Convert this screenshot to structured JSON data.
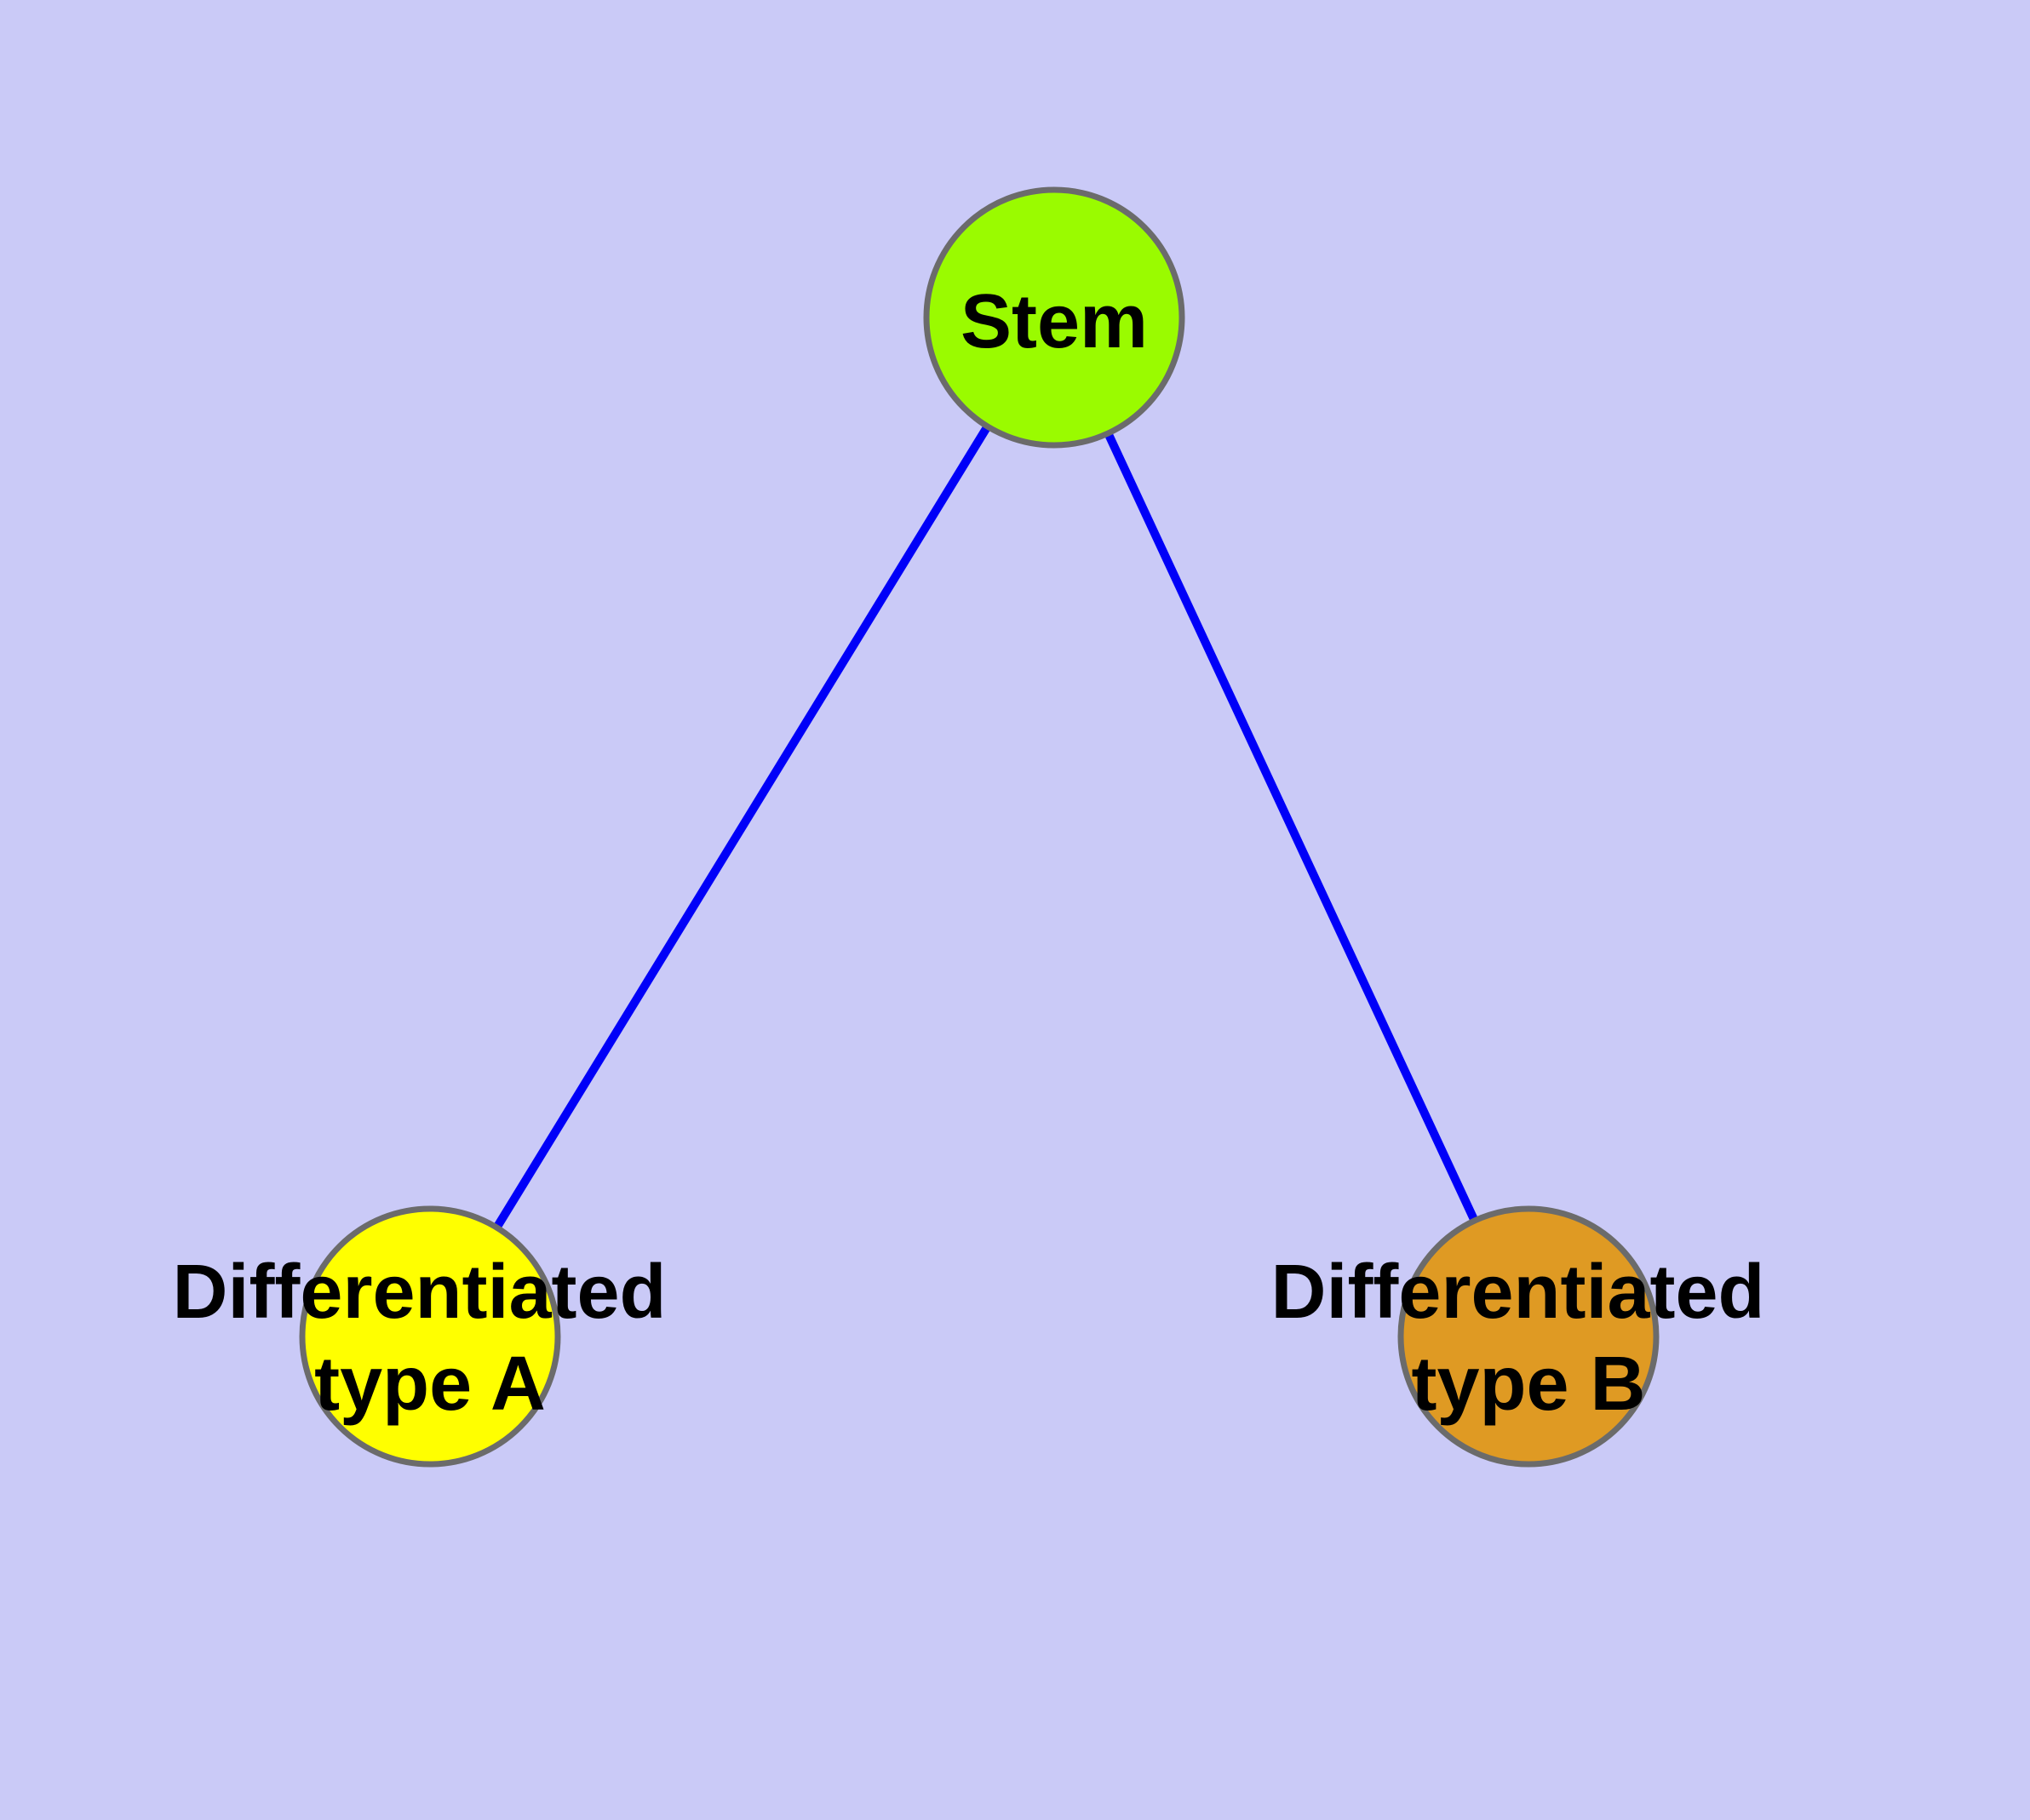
{
  "diagram": {
    "type": "graph",
    "background_color": "#cacaf7",
    "edge_color": "#0000f8",
    "node_border_color": "#6b6b6b",
    "label_color": "#000000",
    "nodes": [
      {
        "id": "stem",
        "label": "Stem",
        "lines": [
          "Stem"
        ],
        "color": "#9afb00"
      },
      {
        "id": "type-a",
        "label": "Differentiated type A",
        "lines": [
          "Differentiated",
          "type A"
        ],
        "color": "#ffff00"
      },
      {
        "id": "type-b",
        "label": "Differentiated type B",
        "lines": [
          "Differentiated",
          "type B"
        ],
        "color": "#df9a23"
      }
    ],
    "edges": [
      {
        "from": "stem",
        "to": "type-a"
      },
      {
        "from": "stem",
        "to": "type-b"
      }
    ]
  }
}
